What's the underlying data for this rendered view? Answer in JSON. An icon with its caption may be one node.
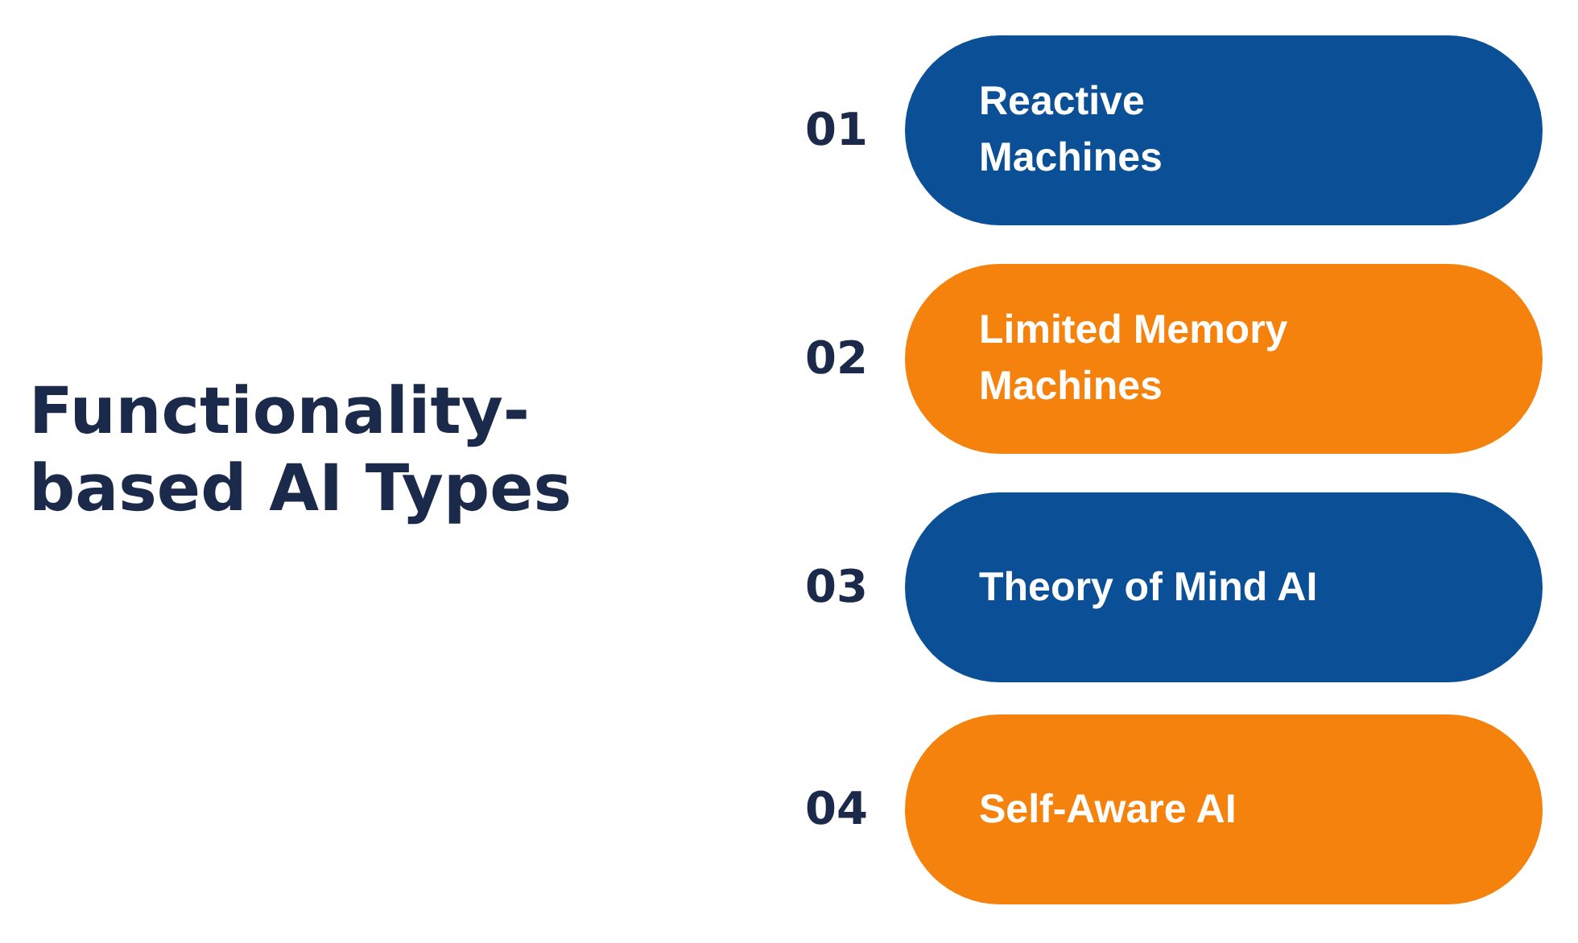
{
  "diagram": {
    "title": "Functionality-based AI Types",
    "nodes": [
      {
        "text": [
          "Reactive Machines"
        ],
        "beside": [
          "01"
        ]
      },
      {
        "text": [
          "Limited Memory Machines"
        ],
        "beside": [
          "02"
        ]
      },
      {
        "text": [
          "Theory of Mind AI"
        ],
        "beside": [
          "03"
        ]
      },
      {
        "text": [
          "Self-Aware AI"
        ],
        "beside": [
          "04"
        ]
      }
    ]
  }
}
